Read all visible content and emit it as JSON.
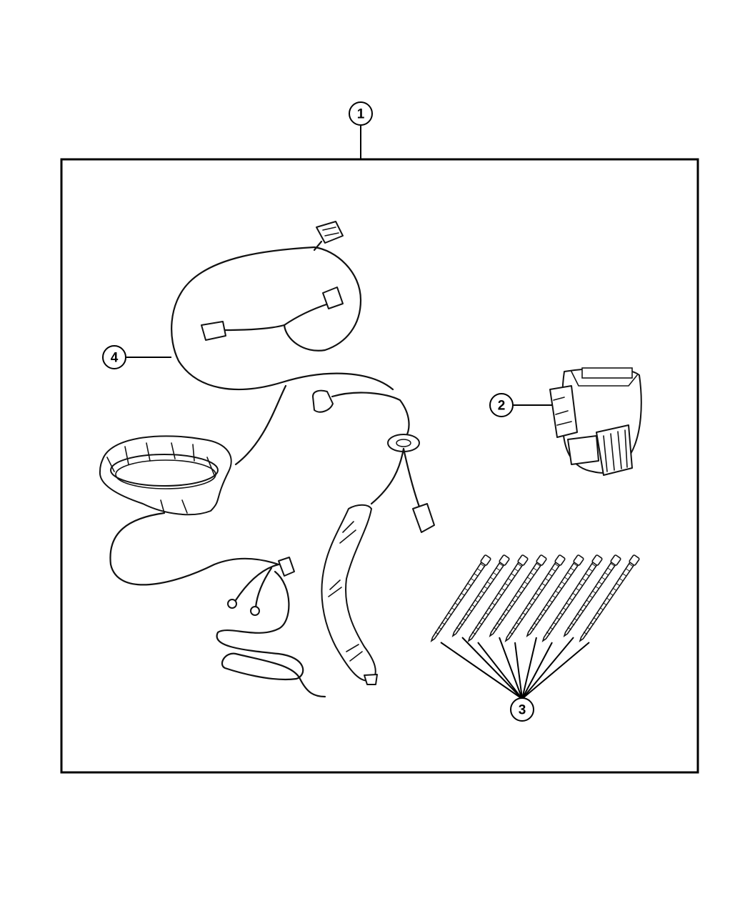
{
  "callouts": [
    {
      "id": "1",
      "label": "1"
    },
    {
      "id": "2",
      "label": "2"
    },
    {
      "id": "3",
      "label": "3"
    },
    {
      "id": "4",
      "label": "4"
    }
  ],
  "colors": {
    "line": "#111111",
    "background": "#ffffff"
  },
  "parts": {
    "kit": "wiring-kit-frame",
    "connector": "trailer-connector-7-way",
    "ties": "cable-ties",
    "harness": "wiring-harness"
  }
}
